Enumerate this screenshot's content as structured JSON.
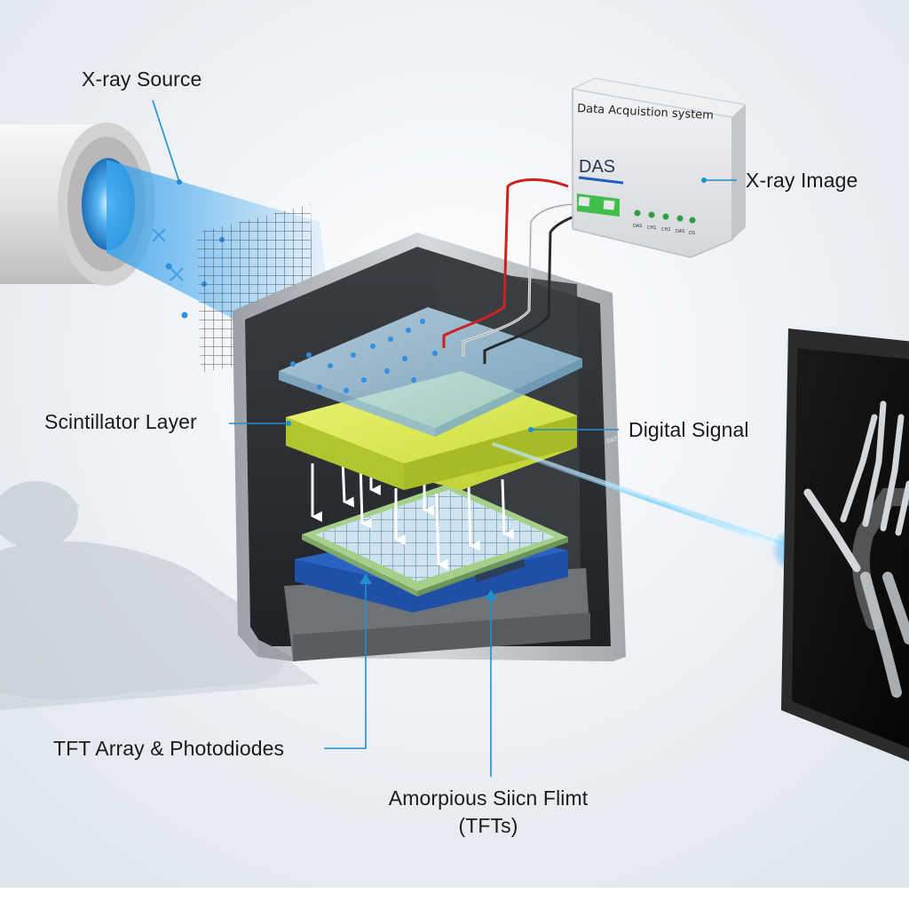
{
  "labels": {
    "xray_source": "X-ray Source",
    "scintillator_layer": "Scintillator Layer",
    "digital_signal": "Digital Signal",
    "xray_image": "X-ray Image",
    "tft_array": "TFT Array & Photodiodes",
    "amorphous_line1": "Amorpious Siicn Flimt",
    "amorphous_line2": "(TFTs)"
  },
  "das": {
    "title": "Data Acquistion system",
    "code": "DAS",
    "leds": [
      "DAS",
      "CH1",
      "CH2",
      "DAS",
      "DS"
    ]
  },
  "chip_label": "DATA",
  "colors": {
    "beam": "#3aa4ee",
    "scintillator": "#d8e84a",
    "glass_plate": "#a9d0ea",
    "tft_grid": "#cfe3ef",
    "base_plate": "#1f4fa6",
    "leader_line": "#1f8fcf",
    "wire_red": "#cc2222",
    "wire_white": "#e8e8e8",
    "wire_black": "#2a2a2a",
    "led": "#2ea043"
  },
  "icons": [
    "xray-tube-icon",
    "detector-housing-icon",
    "monitor-icon",
    "patient-silhouette-icon",
    "das-box-icon"
  ]
}
